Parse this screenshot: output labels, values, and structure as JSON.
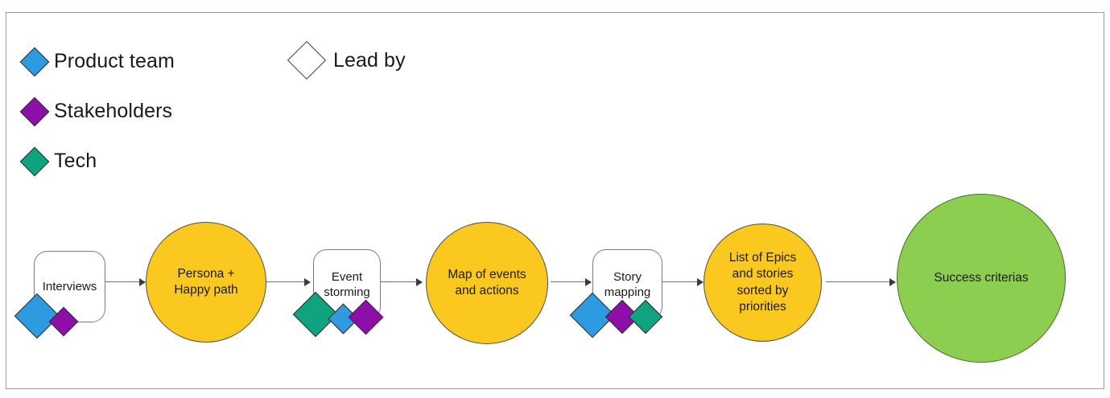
{
  "legend": {
    "items": [
      {
        "label": "Product team",
        "color": "#2E9BE0",
        "shape": "diamond-filled"
      },
      {
        "label": "Stakeholders",
        "color": "#8E0FA8",
        "shape": "diamond-filled"
      },
      {
        "label": "Tech",
        "color": "#0FA37F",
        "shape": "diamond-filled"
      }
    ],
    "lead_by": {
      "label": "Lead by",
      "color": "#FFFFFF",
      "shape": "diamond-outline"
    }
  },
  "flow": {
    "nodes": [
      {
        "id": "interviews",
        "label": "Interviews",
        "shape": "rounded-rect",
        "fill": "#FFFFFF",
        "roles": [
          "Product team",
          "Stakeholders"
        ]
      },
      {
        "id": "persona-happy-path",
        "label": "Persona +\nHappy path",
        "line1": "Persona +",
        "line2": "Happy path",
        "shape": "circle",
        "fill": "#FAC81E",
        "roles": []
      },
      {
        "id": "event-storming",
        "label": "Event\nstorming",
        "line1": "Event",
        "line2": "storming",
        "shape": "rounded-rect",
        "fill": "#FFFFFF",
        "roles": [
          "Tech",
          "Product team",
          "Stakeholders"
        ]
      },
      {
        "id": "map-of-events-and-actions",
        "label": "Map of events\nand actions",
        "line1": "Map of events",
        "line2": "and actions",
        "shape": "circle",
        "fill": "#FAC81E",
        "roles": []
      },
      {
        "id": "story-mapping",
        "label": "Story\nmapping",
        "line1": "Story",
        "line2": "mapping",
        "shape": "rounded-rect",
        "fill": "#FFFFFF",
        "roles": [
          "Product team",
          "Stakeholders",
          "Tech"
        ]
      },
      {
        "id": "list-of-epics",
        "label": "List of Epics\nand stories\nsorted by\npriorities",
        "line1": "List of Epics",
        "line2": "and stories",
        "line3": "sorted by",
        "line4": "priorities",
        "shape": "circle",
        "fill": "#FAC81E",
        "roles": []
      },
      {
        "id": "success-criterias",
        "label": "Success criterias",
        "shape": "circle",
        "fill": "#8CCE4F",
        "roles": []
      }
    ],
    "connectors": [
      {
        "from": "interviews",
        "to": "persona-happy-path"
      },
      {
        "from": "persona-happy-path",
        "to": "event-storming"
      },
      {
        "from": "event-storming",
        "to": "map-of-events-and-actions"
      },
      {
        "from": "map-of-events-and-actions",
        "to": "story-mapping"
      },
      {
        "from": "story-mapping",
        "to": "list-of-epics"
      },
      {
        "from": "list-of-epics",
        "to": "success-criterias"
      }
    ]
  },
  "colors": {
    "product_team": "#2E9BE0",
    "stakeholders": "#8E0FA8",
    "tech": "#0FA37F",
    "yellow": "#FAC81E",
    "green": "#8CCE4F",
    "frame_border": "#9A9A9A",
    "connector": "#6F6F6F"
  }
}
